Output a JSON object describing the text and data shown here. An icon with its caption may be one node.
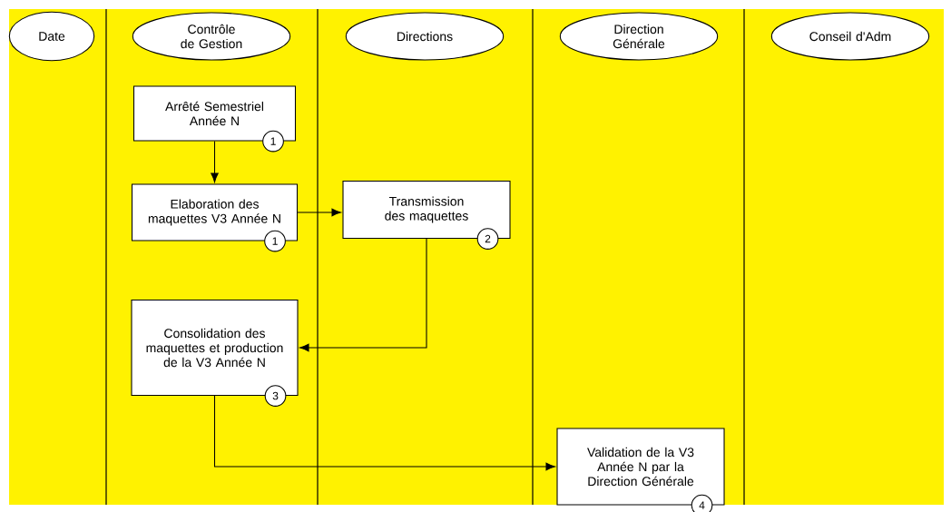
{
  "diagram": {
    "nodes": [
      {
        "text": [
          "Date"
        ]
      },
      {
        "text": [
          "Contrôle de Gestion"
        ]
      },
      {
        "text": [
          "Directions"
        ]
      },
      {
        "text": [
          "Direction Générale"
        ]
      },
      {
        "text": [
          "Conseil d'Adm"
        ]
      },
      {
        "text": [
          "Arrêté Semestriel Année N"
        ],
        "beside": [
          "1"
        ]
      },
      {
        "text": [
          "Elaboration des maquettes V3 Année N"
        ],
        "beside": [
          "1"
        ]
      },
      {
        "text": [
          "Transmission des maquettes"
        ],
        "beside": [
          "2"
        ]
      },
      {
        "text": [
          "Consolidation des maquettes et production de la V3 Année N"
        ],
        "beside": [
          "3"
        ]
      },
      {
        "text": [
          "Validation de la V3 Année N par la Direction Générale"
        ],
        "beside": [
          "4"
        ]
      }
    ],
    "edges": [
      {
        "from": 5,
        "to": 6,
        "arrow": "to"
      },
      {
        "from": 6,
        "to": 7,
        "arrow": "to"
      },
      {
        "from": 7,
        "to": 8,
        "arrow": "to"
      },
      {
        "from": 8,
        "to": 9,
        "arrow": "to"
      }
    ]
  }
}
